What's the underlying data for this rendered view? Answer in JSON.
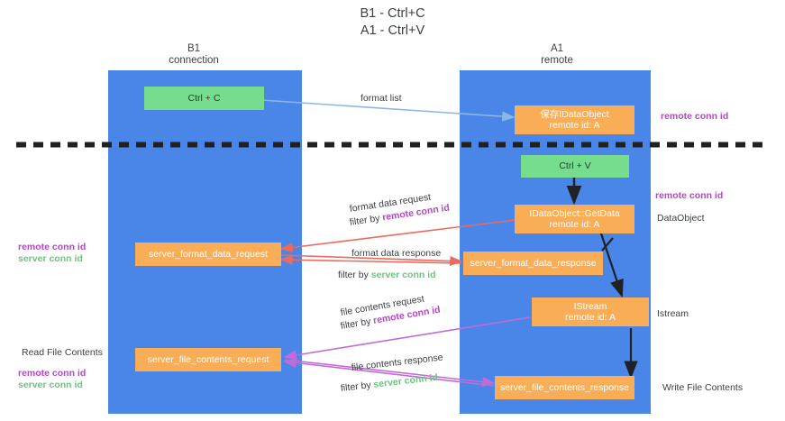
{
  "title": {
    "line1": "B1 - Ctrl+C",
    "line2": "A1 - Ctrl+V"
  },
  "columns": {
    "left": {
      "name": "B1",
      "role": "connection"
    },
    "right": {
      "name": "A1",
      "role": "remote"
    }
  },
  "colors": {
    "lane": "#4a86e8",
    "box_orange": "#f9ad56",
    "box_green": "#77dd8e",
    "remote_conn_id": "#b545c9",
    "server_conn_id": "#6cc47e",
    "arrow_format_list": "#8bb7e8",
    "arrow_format_data": "#ea6b5e",
    "arrow_file_contents": "#c06bd8",
    "arrow_black": "#202124",
    "divider": "#202124"
  },
  "boxes": {
    "ctrl_c": {
      "line1": "Ctrl + C",
      "line2": ""
    },
    "ctrl_v": {
      "line1": "Ctrl + V",
      "line2": ""
    },
    "save_dataobject": {
      "line1": "保存IDataObject",
      "line2": "remote id: A"
    },
    "getdata": {
      "line1": "IDataObject::GetData",
      "line2": "remote id: A"
    },
    "istream": {
      "line1": "IStream",
      "line2": "remote id: A"
    },
    "server_format_data_request": {
      "line1": "server_format_data_request",
      "line2": ""
    },
    "server_format_data_response": {
      "line1": "server_format_data_response",
      "line2": ""
    },
    "server_file_contents_request": {
      "line1": "server_file_contents_request",
      "line2": ""
    },
    "server_file_contents_response": {
      "line1": "server_file_contents_response",
      "line2": ""
    }
  },
  "edge_labels": {
    "format_list": "format list",
    "format_data_request": "format data request",
    "format_data_request_filter_prefix": "filter by ",
    "format_data_request_filter_value": "remote conn id",
    "format_data_response": "format data response",
    "format_data_response_filter_prefix": "filter by ",
    "format_data_response_filter_value": "server conn id",
    "file_contents_request": "file contents request",
    "file_contents_request_filter_prefix": "filter by ",
    "file_contents_request_filter_value": "remote conn id",
    "file_contents_response": "file contents response",
    "file_contents_response_filter_prefix": "filter by ",
    "file_contents_response_filter_value": "server conn id"
  },
  "side_labels": {
    "right_remote_conn_id_top": "remote conn id",
    "right_remote_conn_id_mid": "remote conn id",
    "right_dataobject": "DataObject",
    "right_istream": "Istream",
    "right_write_file_contents": "Write File Contents",
    "left_remote_conn_id_mid": "remote conn id",
    "left_server_conn_id_mid": "server conn id",
    "left_read_file_contents": "Read File Contents",
    "left_remote_conn_id_bottom": "remote conn id",
    "left_server_conn_id_bottom": "server conn id"
  }
}
